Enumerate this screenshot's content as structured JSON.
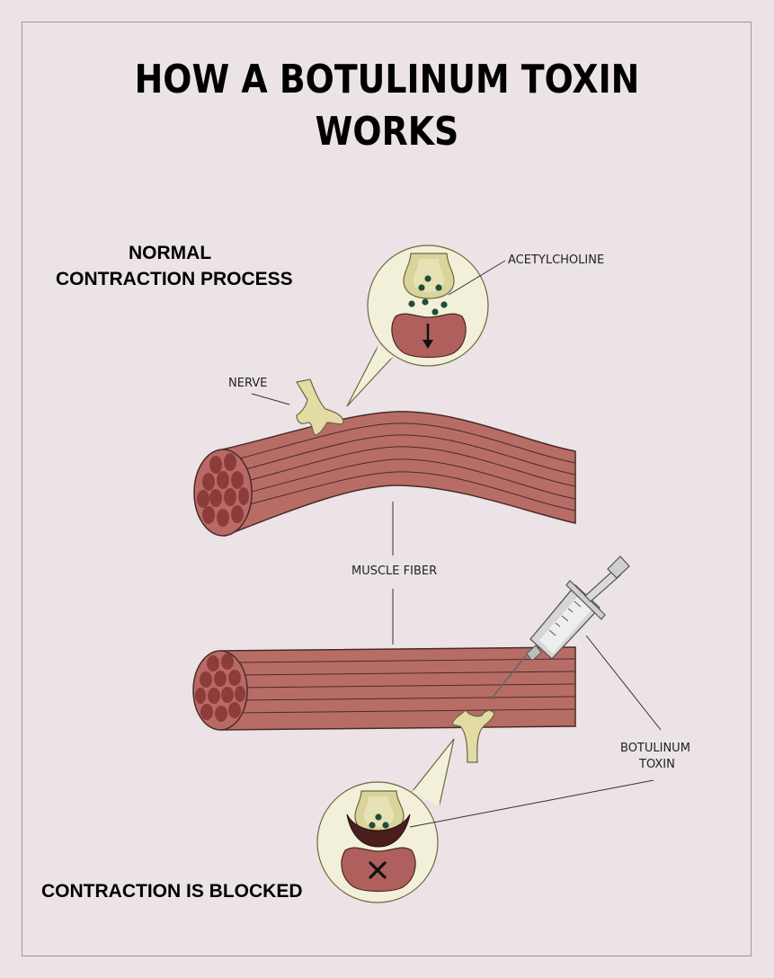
{
  "title": {
    "line1": "HOW A BOTULINUM TOXIN",
    "line2": "WORKS"
  },
  "sections": {
    "normal_line1": "NORMAL",
    "normal_line2": "CONTRACTION PROCESS",
    "blocked": "CONTRACTION IS BLOCKED"
  },
  "labels": {
    "acetylcholine": "ACETYLCHOLINE",
    "nerve": "NERVE",
    "muscle_fiber": "MUSCLE FIBER",
    "botulinum_line1": "BOTULINUM",
    "botulinum_line2": "TOXIN"
  },
  "colors": {
    "background": "#ebe3e5",
    "muscle": "#b76d65",
    "muscle_dark": "#8c3d3a",
    "nerve": "#e2dba4",
    "bubble": "#f3f0d9",
    "vesicle": "#1f4d3a",
    "toxin_arc": "#4a1e1c"
  }
}
